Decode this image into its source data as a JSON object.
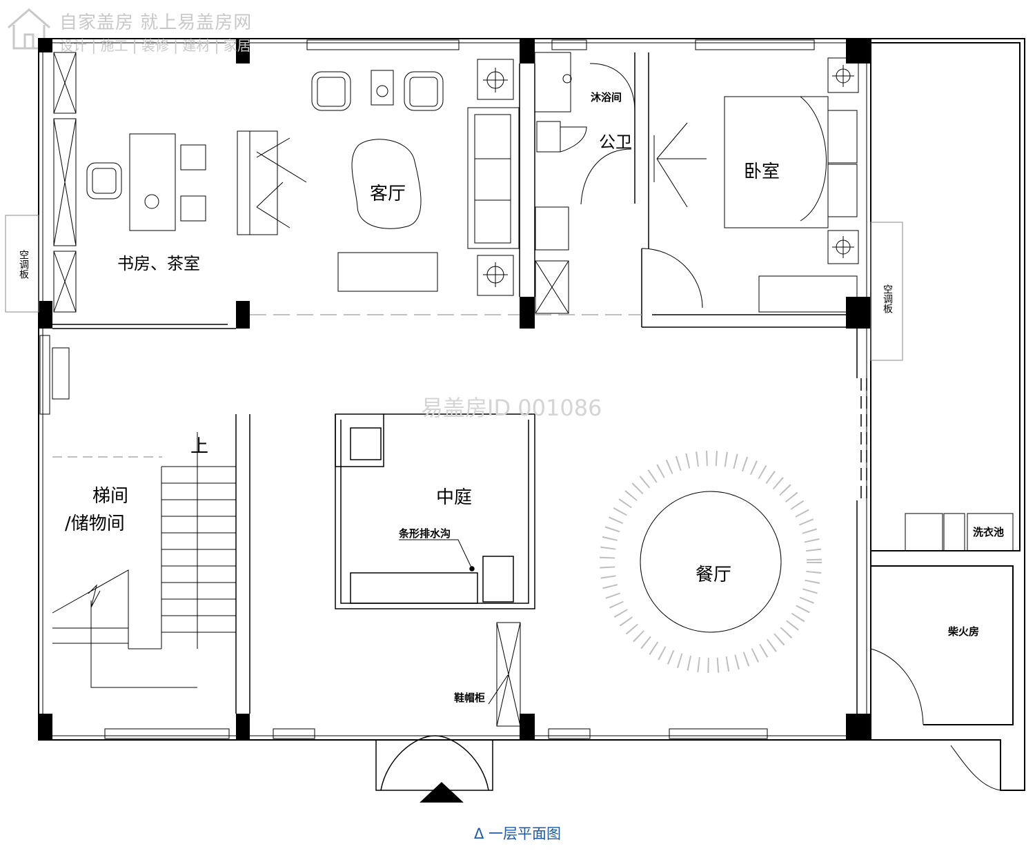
{
  "watermark": {
    "line1": "自家盖房 就上易盖房网",
    "line2": "设计 | 施工 | 装修 | 建材 | 家居",
    "center": "易盖房ID 001086"
  },
  "rooms": {
    "study": "书房、茶室",
    "living": "客厅",
    "shower": "沐浴间",
    "public_toilet": "公卫",
    "bedroom": "卧室",
    "stairs_up": "上",
    "stair_room_1": "梯间",
    "stair_room_2": "/储物间",
    "courtyard": "中庭",
    "drain": "条形排水沟",
    "dining": "餐厅",
    "laundry": "洗衣池",
    "firewood": "柴火房",
    "shoe_cabinet": "鞋帽柜",
    "ac_left": "空调板",
    "ac_right": "空调板"
  },
  "caption": "Δ 一层平面图",
  "colors": {
    "caption": "#1e5aa8",
    "line": "#000000",
    "watermark": "#c8c8c8"
  }
}
